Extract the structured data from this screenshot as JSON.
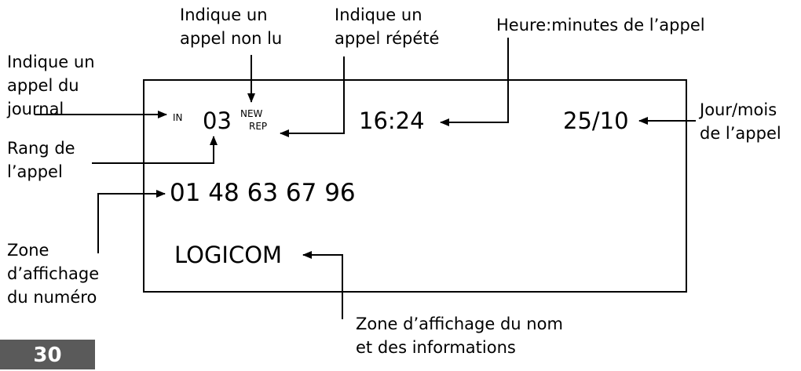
{
  "labels": {
    "unread_call": "Indique un\nappel non lu",
    "repeated_call": "Indique un\nappel répété",
    "call_time": "Heure:minutes de l’appel",
    "log_call": "Indique un\nappel du\njournal",
    "call_rank": "Rang de\nl’appel",
    "call_date": "Jour/mois\nde l’appel",
    "number_zone": "Zone\nd’affichage\ndu numéro",
    "name_zone": "Zone d’affichage du nom\net des informations"
  },
  "display": {
    "in_flag": "IN",
    "rank": "03",
    "new_flag": "NEW",
    "rep_flag": "REP",
    "time": "16:24",
    "date": "25/10",
    "phone_number": "01 48 63 67 96",
    "caller_name": "LOGICOM"
  },
  "page_number": "30"
}
